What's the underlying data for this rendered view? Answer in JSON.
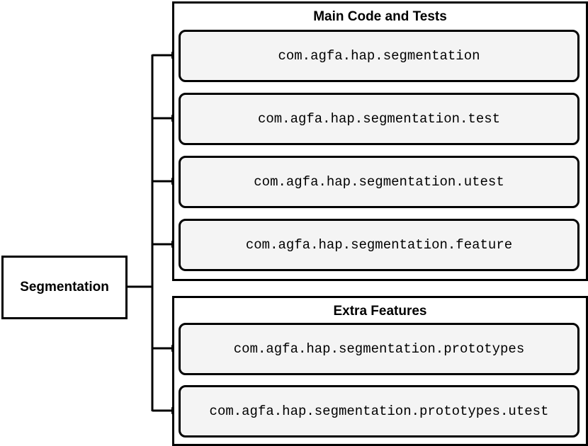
{
  "root": {
    "label": "Segmentation"
  },
  "groups": {
    "main": {
      "title": "Main Code and Tests",
      "items": [
        "com.agfa.hap.segmentation",
        "com.agfa.hap.segmentation.test",
        "com.agfa.hap.segmentation.utest",
        "com.agfa.hap.segmentation.feature"
      ]
    },
    "extra": {
      "title": "Extra Features",
      "items": [
        "com.agfa.hap.segmentation.prototypes",
        "com.agfa.hap.segmentation.prototypes.utest"
      ]
    }
  },
  "colors": {
    "stroke": "#000000",
    "package_fill": "#f4f4f4",
    "group_fill": "#ffffff"
  }
}
